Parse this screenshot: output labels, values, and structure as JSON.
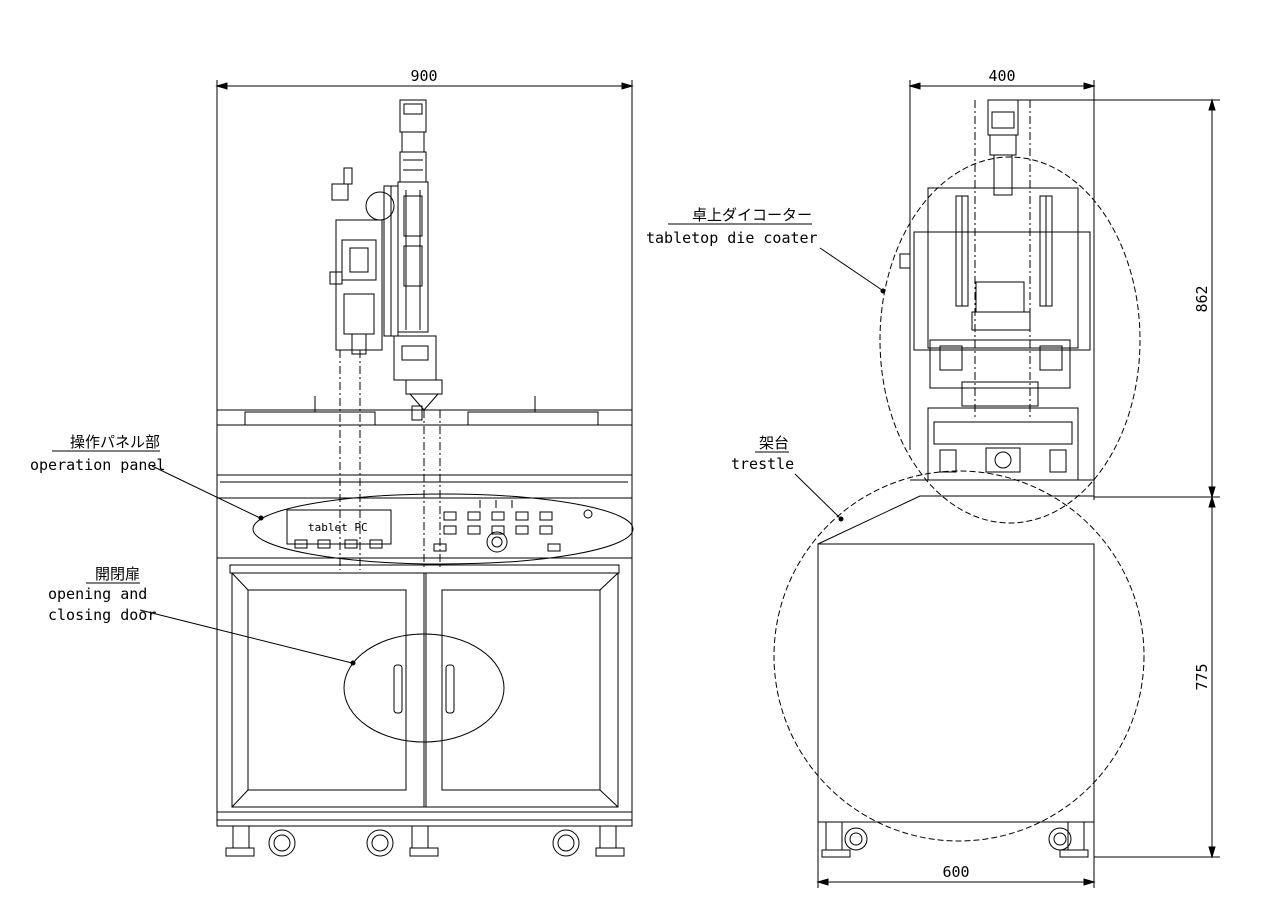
{
  "dimensions": {
    "front_width": "900",
    "side_width_top": "400",
    "side_width_bottom": "600",
    "height_upper": "862",
    "height_lower": "775"
  },
  "labels": {
    "operation_panel": {
      "jp": "操作パネル部",
      "en": "operation panel"
    },
    "door": {
      "jp": "開閉扉",
      "en_line1": "opening and",
      "en_line2": "closing door"
    },
    "die_coater": {
      "jp": "卓上ダイコーター",
      "en": "tabletop die coater"
    },
    "trestle": {
      "jp": "架台",
      "en": "trestle"
    },
    "tablet": "tablet PC"
  },
  "colors": {
    "line": "#000000",
    "background": "#ffffff"
  }
}
